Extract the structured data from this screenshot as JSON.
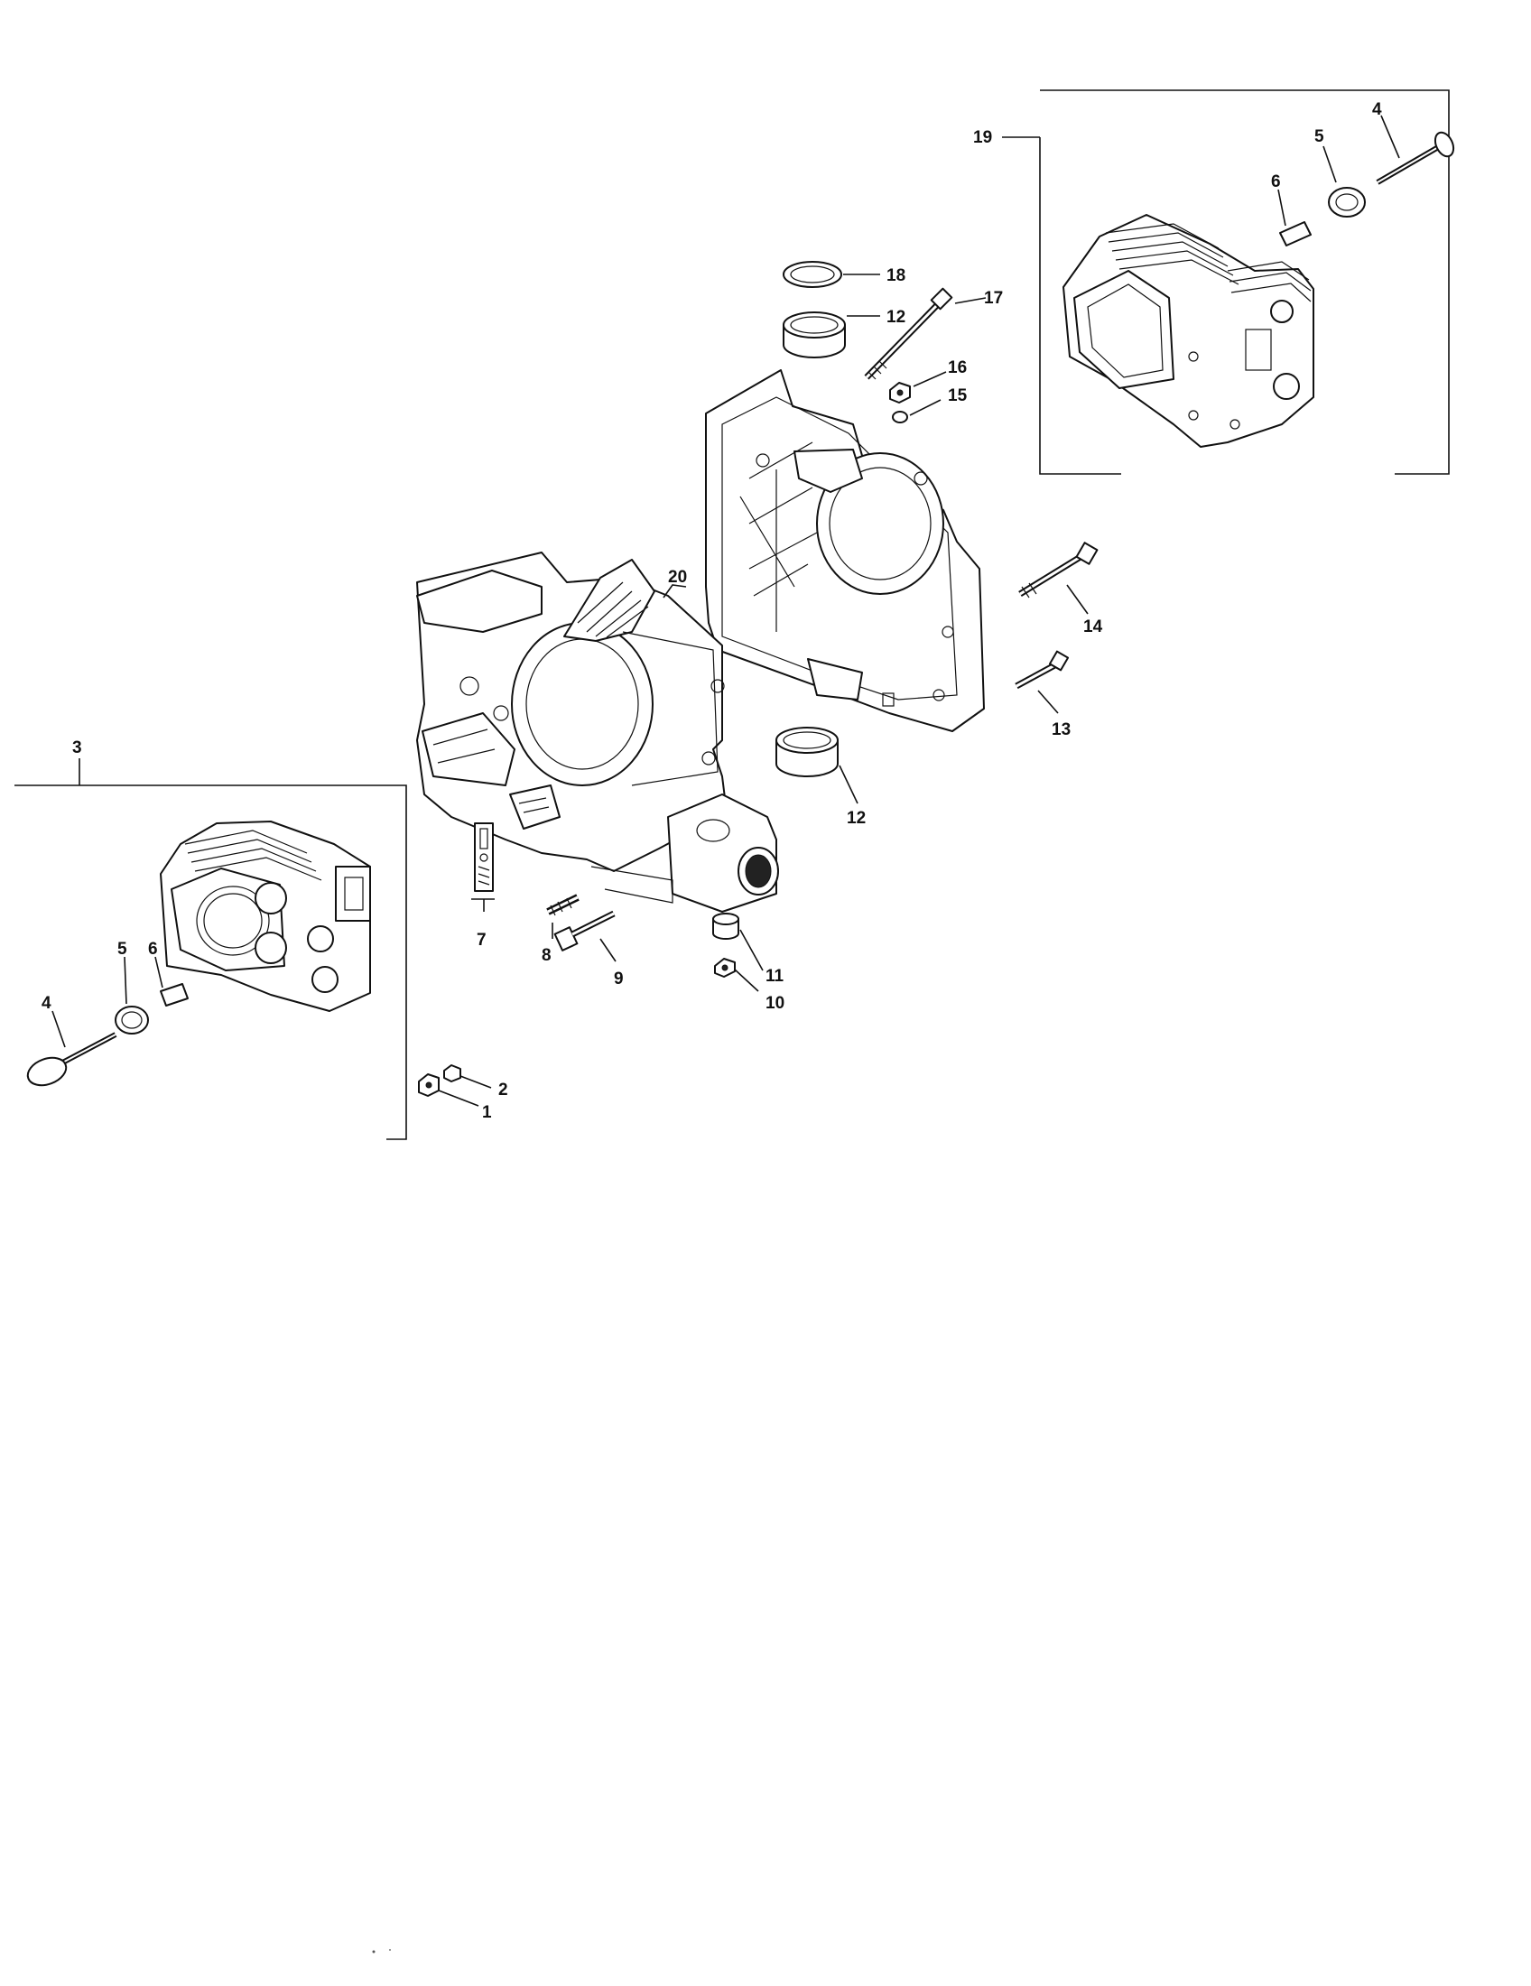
{
  "callouts": {
    "c1": "1",
    "c2": "2",
    "c3": "3",
    "c4_left": "4",
    "c4_right": "4",
    "c5_left": "5",
    "c5_right": "5",
    "c6_left": "6",
    "c6_right": "6",
    "c7": "7",
    "c8": "8",
    "c9": "9",
    "c10": "10",
    "c11": "11",
    "c12_top": "12",
    "c12_bottom": "12",
    "c13": "13",
    "c14": "14",
    "c15": "15",
    "c16": "16",
    "c17": "17",
    "c18": "18",
    "c19": "19",
    "c20": "20"
  },
  "colors": {
    "line": "#111111",
    "background": "#ffffff"
  }
}
